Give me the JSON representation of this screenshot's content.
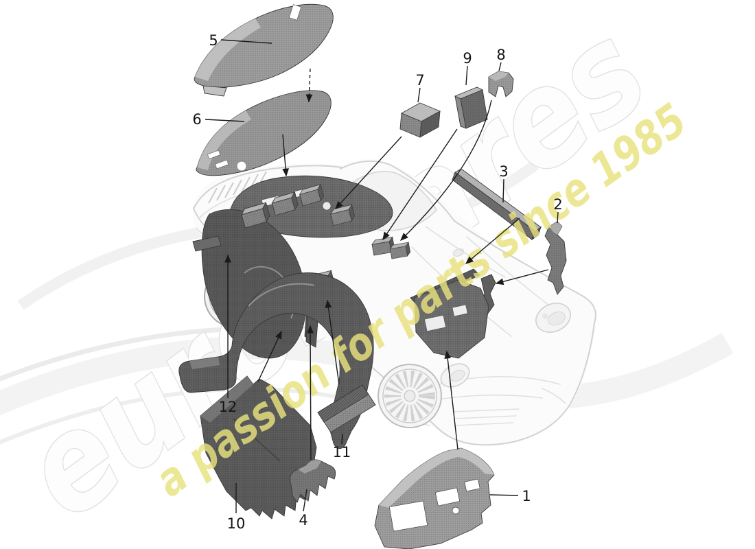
{
  "diagram": {
    "watermark": {
      "brand": "eurospares",
      "tagline": "a passion for parts since 1985",
      "brand_fill": "#fdfdfd",
      "brand_outline": "#e2e2e2",
      "tagline_color": "#e9e27e"
    },
    "callouts": [
      {
        "label": "1"
      },
      {
        "label": "2"
      },
      {
        "label": "3"
      },
      {
        "label": "4"
      },
      {
        "label": "5"
      },
      {
        "label": "6"
      },
      {
        "label": "7"
      },
      {
        "label": "8"
      },
      {
        "label": "9"
      },
      {
        "label": "10"
      },
      {
        "label": "11"
      },
      {
        "label": "12"
      }
    ],
    "colors": {
      "part_base": "#9a9a9a",
      "part_dark": "#5c5c5c",
      "part_light": "#c4c4c4",
      "installed_part": "#646464",
      "car_line": "#d2d2d2",
      "label_text": "#141414"
    }
  }
}
